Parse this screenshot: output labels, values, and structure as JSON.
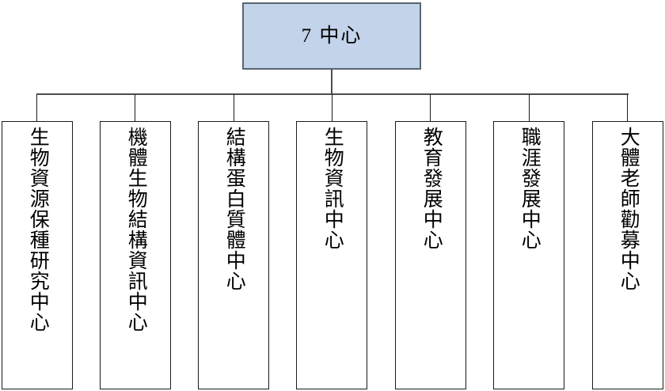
{
  "diagram": {
    "type": "org-chart",
    "orientation": "vertical-text-top-down",
    "root": {
      "label": "7 中心",
      "fill_color": "#c3d3ea",
      "border_color": "#5a6472"
    },
    "connector_color": "#4d4d4d",
    "children": [
      {
        "id": "bioresource-conservation-research-center",
        "label": "生物資源保種研究中心"
      },
      {
        "id": "organismal-biostructure-informatics-center",
        "label": "機體生物結構資訊中心"
      },
      {
        "id": "structural-proteomics-center",
        "label": "結構蛋白質體中心"
      },
      {
        "id": "bioinformatics-center",
        "label": "生物資訊中心"
      },
      {
        "id": "education-development-center",
        "label": "教育發展中心"
      },
      {
        "id": "career-development-center",
        "label": "職涯發展中心"
      },
      {
        "id": "body-donation-recruitment-center",
        "label": "大體老師勸募中心"
      }
    ]
  }
}
